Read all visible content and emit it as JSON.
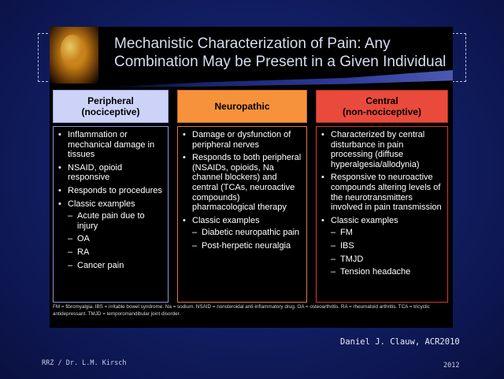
{
  "title": "Mechanistic Characterization of Pain: Any Combination May be Present in a Given Individual",
  "columns": {
    "peripheral": {
      "heading_line1": "Peripheral",
      "heading_line2": "(nociceptive)",
      "bullets": [
        "Inflammation or mechanical damage in tissues",
        "NSAID, opioid responsive",
        "Responds to procedures",
        "Classic examples"
      ],
      "examples": [
        "Acute pain due to injury",
        "OA",
        "RA",
        "Cancer pain"
      ]
    },
    "neuropathic": {
      "heading_line1": "Neuropathic",
      "bullets": [
        "Damage or dysfunction of peripheral nerves",
        "Responds to both peripheral (NSAIDs, opioids, Na channel blockers) and central (TCAs, neuroactive compounds) pharmacological therapy",
        "Classic examples"
      ],
      "examples": [
        "Diabetic neuropathic pain",
        "Post-herpetic neuralgia"
      ]
    },
    "central": {
      "heading_line1": "Central",
      "heading_line2": "(non-nociceptive)",
      "bullets": [
        "Characterized by central disturbance in pain processing (diffuse hyperalgesia/allodynia)",
        "Responsive to neuroactive compounds altering levels of the neurotransmitters involved in pain transmission",
        "Classic examples"
      ],
      "examples": [
        "FM",
        "IBS",
        "TMJD",
        "Tension headache"
      ]
    }
  },
  "footnote": "FM = fibromyalgia. IBS = irritable bowel syndrome. Na = sodium. NSAID = nonsteroidal anti-inflammatory drug. OA = osteoarthritis. RA = rheumatoid arthritis. TCA = tricyclic antidepressant. TMJD = temporomandibular joint disorder.",
  "credit": "Daniel J. Clauw, ACR2010",
  "footer_left": "RRZ / Dr. L.M. Kirsch",
  "footer_right": "2012"
}
